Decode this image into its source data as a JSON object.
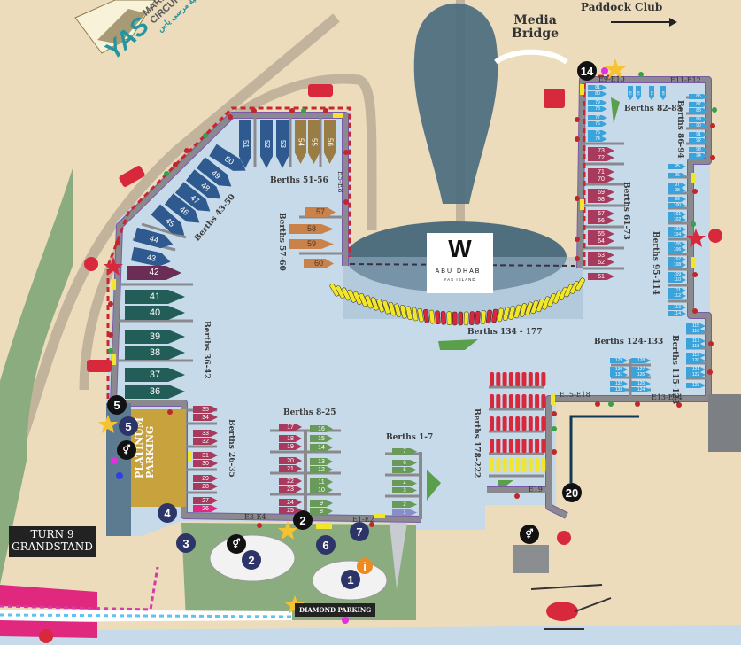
{
  "header": {
    "paddock_club": "Paddock Club",
    "media_bridge": "Media\nBridge"
  },
  "logo": {
    "brand": "YAS",
    "line1": "MARINA",
    "line2": "CIRCUIT",
    "arabic": "حلبة مرسى ياس"
  },
  "hotel": {
    "mark": "W",
    "name": "ABU DHABI",
    "sub": "YAS ISLAND"
  },
  "areas": {
    "grandstand": "TURN 9\nGRANDSTAND",
    "platinum": "PLATINUM\nPARKING",
    "diamond": "DIAMOND PARKING"
  },
  "berth_labels": {
    "b51_56": "Berths 51-56",
    "b57_60": "Berths 57-60",
    "b43_50": "Berths 43-50",
    "b36_42": "Berths 36-42",
    "b26_35": "Berths 26-35",
    "b8_25": "Berths 8-25",
    "b1_7": "Berths 1-7",
    "b134_177": "Berths 134 - 177",
    "b124_133": "Berths 124-133",
    "b115_123": "Berths 115-123",
    "b178_222": "Berths 178-222",
    "b82_85": "Berths 82-85",
    "b86_94": "Berths 86-94",
    "b61_73": "Berths 61-73",
    "b95_114": "Berths 95-114"
  },
  "docks": {
    "e9_e10": "E9-E10",
    "e11_e12": "E11-E12",
    "e5_e8": "E5-E8",
    "e3_e4": "E3-E4",
    "e1_e2": "E1-E2",
    "e15_e18": "E15-E18",
    "e13_e14": "E13-E14",
    "e19": "E19"
  },
  "markers": {
    "navy": [
      "5",
      "4",
      "3",
      "2",
      "6",
      "7",
      "1"
    ],
    "black": [
      "5",
      "2",
      "14",
      "20"
    ]
  },
  "colors": {
    "water": "#c6dae9",
    "sand": "#ecdcbc",
    "pier": "#8a8a8e",
    "pier_edge": "#7a5aa8",
    "navy": "#2d3568",
    "blue_boat": "#2f5a8f",
    "brown_boat": "#9a7c45",
    "teal_boat": "#235d58",
    "purple_boat": "#6b2d55",
    "orange_boat": "#c9824a",
    "maroon_boat": "#a83a5d",
    "green_boat": "#6a9a5a",
    "cyan_boat": "#3aa3dc",
    "red_boat": "#d8283c",
    "yellow_boat": "#f2e62a"
  },
  "boats": [
    {
      "id": "g51",
      "color": "#2f5a8f",
      "numbers": [
        "51",
        "52",
        "53"
      ]
    },
    {
      "id": "g54",
      "color": "#9a7c45",
      "numbers": [
        "54",
        "55",
        "56"
      ]
    },
    {
      "id": "g43",
      "color": "#2f5a8f",
      "numbers": [
        "50",
        "49",
        "48",
        "47",
        "46",
        "45",
        "44",
        "43"
      ]
    },
    {
      "id": "g42",
      "color": "#6b2d55",
      "numbers": [
        "42"
      ]
    },
    {
      "id": "g36",
      "color": "#235d58",
      "numbers": [
        "41",
        "40",
        "39",
        "38",
        "37",
        "36"
      ]
    },
    {
      "id": "g57",
      "color": "#c9824a",
      "numbers": [
        "57",
        "58",
        "59",
        "60"
      ]
    },
    {
      "id": "g26",
      "color": "#a83a5d",
      "numbers": [
        "35",
        "34",
        "33",
        "32",
        "31",
        "30",
        "29",
        "28",
        "27",
        "26"
      ]
    },
    {
      "id": "g17",
      "color": "#a83a5d",
      "numbers": [
        "17",
        "18",
        "19",
        "20",
        "21",
        "22",
        "23",
        "24",
        "25"
      ]
    },
    {
      "id": "g8",
      "color": "#6a9a5a",
      "numbers": [
        "16",
        "15",
        "14",
        "13",
        "12",
        "11",
        "10",
        "9",
        "8"
      ]
    },
    {
      "id": "g1",
      "color": "#6a9a5a",
      "numbers": [
        "7",
        "6",
        "5",
        "4",
        "3",
        "2",
        "1"
      ]
    },
    {
      "id": "g61",
      "color": "#a83a5d",
      "numbers": [
        "73",
        "72",
        "71",
        "70",
        "69",
        "68",
        "67",
        "66",
        "65",
        "64",
        "63",
        "62",
        "61"
      ]
    },
    {
      "id": "g74",
      "color": "#3aa3dc",
      "numbers": [
        "81",
        "80",
        "79",
        "78",
        "77",
        "76",
        "75",
        "74"
      ]
    },
    {
      "id": "g82",
      "color": "#3aa3dc",
      "numbers": [
        "82",
        "83",
        "84",
        "85"
      ]
    },
    {
      "id": "g86",
      "color": "#3aa3dc",
      "numbers": [
        "86",
        "87",
        "88",
        "89",
        "90",
        "91",
        "92",
        "93",
        "94"
      ]
    },
    {
      "id": "g95",
      "color": "#3aa3dc",
      "numbers": [
        "95",
        "96",
        "97",
        "98",
        "99",
        "100",
        "101",
        "102",
        "103",
        "104",
        "105",
        "106",
        "107",
        "108",
        "109",
        "110",
        "111",
        "112",
        "113",
        "114"
      ]
    },
    {
      "id": "g115",
      "color": "#3aa3dc",
      "numbers": [
        "115",
        "116",
        "117",
        "118",
        "119",
        "120",
        "121",
        "122",
        "123"
      ]
    },
    {
      "id": "g129",
      "color": "#3aa3dc",
      "numbers": [
        "129",
        "130",
        "131",
        "132",
        "133"
      ]
    },
    {
      "id": "g124",
      "color": "#3aa3dc",
      "numbers": [
        "128",
        "127",
        "126",
        "125",
        "124"
      ]
    }
  ]
}
